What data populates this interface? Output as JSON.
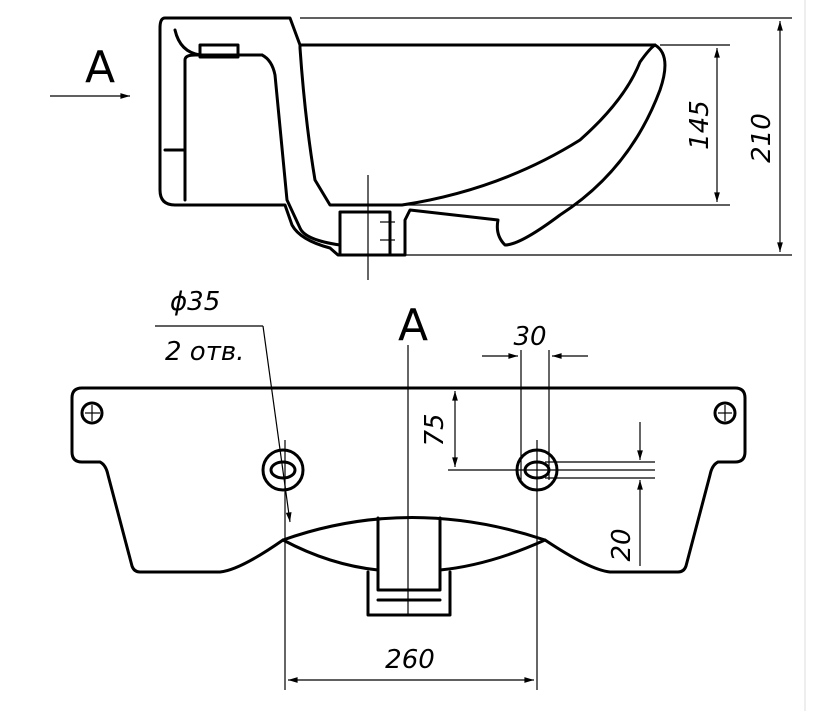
{
  "section_view": {
    "view_marker": "A",
    "dim_bowl_depth": "145",
    "dim_total_height": "210"
  },
  "plan_view": {
    "view_label": "A",
    "hole_diameter": "ϕ35",
    "hole_count": "2 отв.",
    "dim_hole_width": "30",
    "dim_hole_offset": "75",
    "dim_hole_height": "20",
    "dim_hole_spacing": "260"
  }
}
